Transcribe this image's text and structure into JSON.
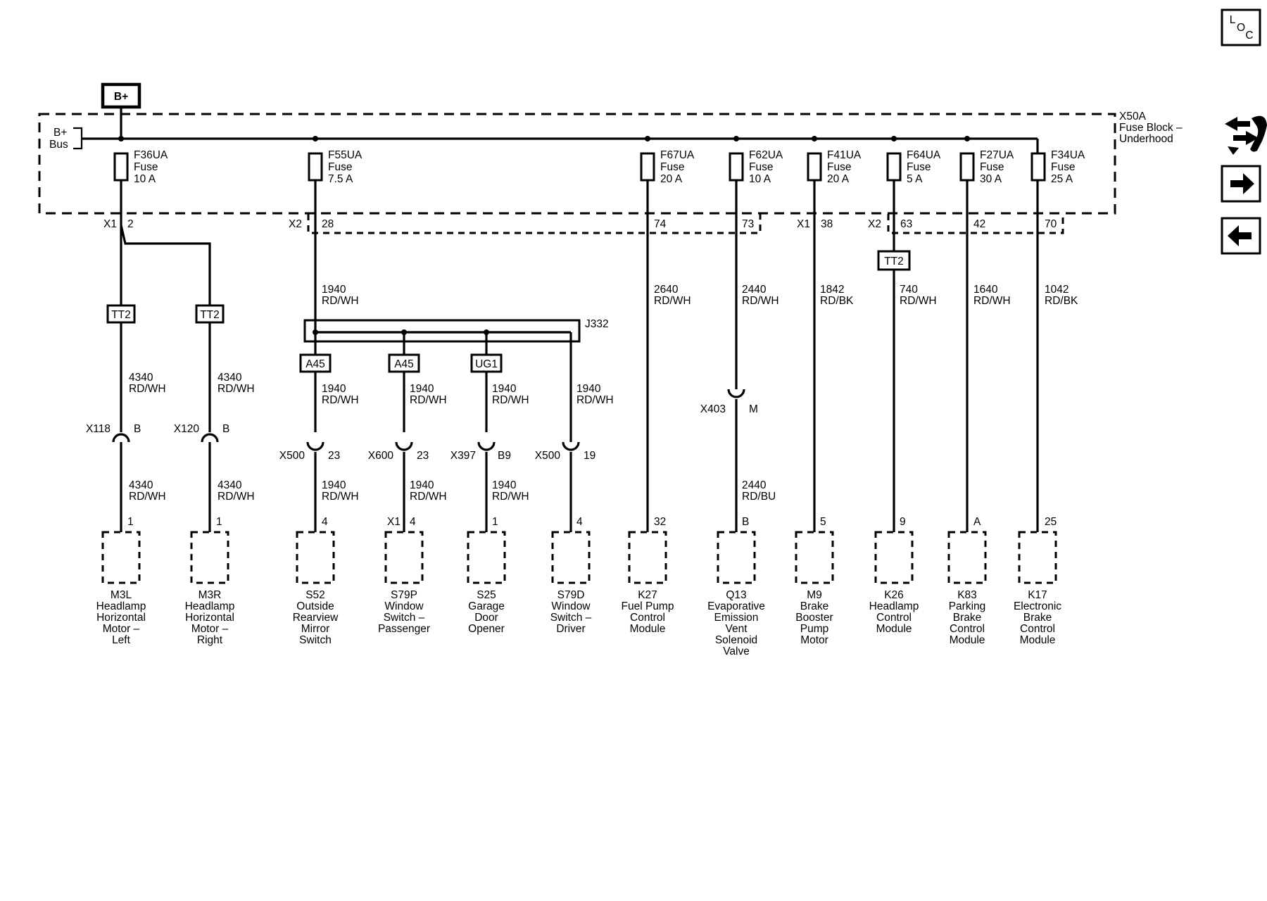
{
  "supply": "B+",
  "bus": {
    "l1": "B+",
    "l2": "Bus"
  },
  "fuse_block": {
    "l1": "X50A",
    "l2": "Fuse Block –",
    "l3": "Underhood"
  },
  "fuses": [
    {
      "name": "F36UA",
      "kind": "Fuse",
      "rating": "10 A"
    },
    {
      "name": "F55UA",
      "kind": "Fuse",
      "rating": "7.5 A"
    },
    {
      "name": "F67UA",
      "kind": "Fuse",
      "rating": "20 A"
    },
    {
      "name": "F62UA",
      "kind": "Fuse",
      "rating": "10 A"
    },
    {
      "name": "F41UA",
      "kind": "Fuse",
      "rating": "20 A"
    },
    {
      "name": "F64UA",
      "kind": "Fuse",
      "rating": "5 A"
    },
    {
      "name": "F27UA",
      "kind": "Fuse",
      "rating": "30 A"
    },
    {
      "name": "F34UA",
      "kind": "Fuse",
      "rating": "25 A"
    }
  ],
  "fuse_connectors": {
    "x1a": "X1",
    "p2": "2",
    "x2a": "X2",
    "p28": "28",
    "p74": "74",
    "p73": "73",
    "x1b": "X1",
    "p38": "38",
    "x2b": "X2",
    "p63": "63",
    "p42": "42",
    "p70": "70"
  },
  "tt2": "TT2",
  "splice": "J332",
  "a45": "A45",
  "ug1": "UG1",
  "wires": {
    "c1a": {
      "num": "4340",
      "color": "RD/WH"
    },
    "c1b": {
      "num": "4340",
      "color": "RD/WH"
    },
    "c2a": {
      "num": "4340",
      "color": "RD/WH"
    },
    "c2b": {
      "num": "4340",
      "color": "RD/WH"
    },
    "f55": {
      "num": "1940",
      "color": "RD/WH"
    },
    "c3a": {
      "num": "1940",
      "color": "RD/WH"
    },
    "c3b": {
      "num": "1940",
      "color": "RD/WH"
    },
    "c4a": {
      "num": "1940",
      "color": "RD/WH"
    },
    "c4b": {
      "num": "1940",
      "color": "RD/WH"
    },
    "c5a": {
      "num": "1940",
      "color": "RD/WH"
    },
    "c5b": {
      "num": "1940",
      "color": "RD/WH"
    },
    "c6a": {
      "num": "1940",
      "color": "RD/WH"
    },
    "c7": {
      "num": "2640",
      "color": "RD/WH"
    },
    "c8a": {
      "num": "2440",
      "color": "RD/WH"
    },
    "c8b": {
      "num": "2440",
      "color": "RD/BU"
    },
    "c9": {
      "num": "1842",
      "color": "RD/BK"
    },
    "c10": {
      "num": "740",
      "color": "RD/WH"
    },
    "c11": {
      "num": "1640",
      "color": "RD/WH"
    },
    "c12": {
      "num": "1042",
      "color": "RD/BK"
    }
  },
  "inline": {
    "x118": "X118",
    "x118p": "B",
    "x120": "X120",
    "x120p": "B",
    "x500a": "X500",
    "x500ap": "23",
    "x600": "X600",
    "x600p": "23",
    "x397": "X397",
    "x397p": "B9",
    "x500b": "X500",
    "x500bp": "19",
    "x403": "X403",
    "x403p": "M"
  },
  "pins": {
    "c1": "1",
    "c2": "1",
    "c3": "4",
    "c4x": "X1",
    "c4": "4",
    "c5": "1",
    "c6": "4",
    "c7": "32",
    "c8": "B",
    "c9": "5",
    "c10": "9",
    "c11": "A",
    "c12": "25"
  },
  "components": [
    {
      "id": "M3L",
      "lines": [
        "Headlamp",
        "Horizontal",
        "Motor –",
        "Left"
      ]
    },
    {
      "id": "M3R",
      "lines": [
        "Headlamp",
        "Horizontal",
        "Motor –",
        "Right"
      ]
    },
    {
      "id": "S52",
      "lines": [
        "Outside",
        "Rearview",
        "Mirror",
        "Switch"
      ]
    },
    {
      "id": "S79P",
      "lines": [
        "Window",
        "Switch –",
        "Passenger"
      ]
    },
    {
      "id": "S25",
      "lines": [
        "Garage",
        "Door",
        "Opener"
      ]
    },
    {
      "id": "S79D",
      "lines": [
        "Window",
        "Switch –",
        "Driver"
      ]
    },
    {
      "id": "K27",
      "lines": [
        "Fuel Pump",
        "Control",
        "Module"
      ]
    },
    {
      "id": "Q13",
      "lines": [
        "Evaporative",
        "Emission",
        "Vent",
        "Solenoid",
        "Valve"
      ]
    },
    {
      "id": "M9",
      "lines": [
        "Brake",
        "Booster",
        "Pump",
        "Motor"
      ]
    },
    {
      "id": "K26",
      "lines": [
        "Headlamp",
        "Control",
        "Module"
      ]
    },
    {
      "id": "K83",
      "lines": [
        "Parking",
        "Brake",
        "Control",
        "Module"
      ]
    },
    {
      "id": "K17",
      "lines": [
        "Electronic",
        "Brake",
        "Control",
        "Module"
      ]
    }
  ],
  "side": {
    "loc_l": "L",
    "loc_o": "O",
    "loc_c": "C"
  },
  "colors": {
    "ink": "#000000",
    "background": "#ffffff"
  }
}
